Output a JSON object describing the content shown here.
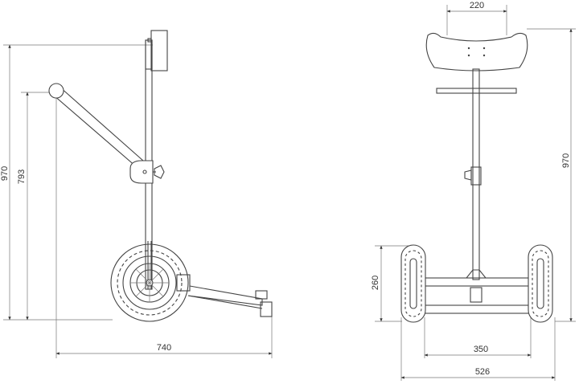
{
  "side_view": {
    "dimensions": {
      "overall_height": "970",
      "handle_height": "793",
      "overall_length": "740"
    }
  },
  "front_view": {
    "dimensions": {
      "seat_width": "220",
      "overall_height": "970",
      "wheel_height": "260",
      "inner_track": "350",
      "overall_width": "526"
    }
  }
}
